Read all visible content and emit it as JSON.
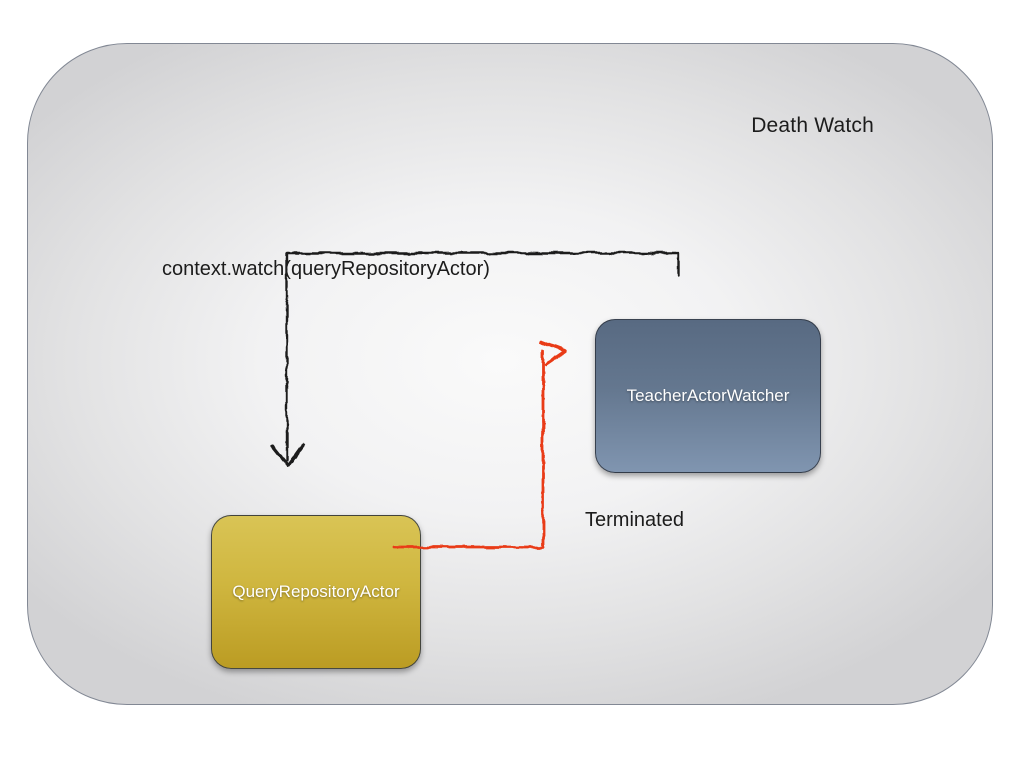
{
  "slide": {
    "title": "Death Watch"
  },
  "labels": {
    "watch_call": "context.watch(queryRepositoryActor)",
    "terminated": "Terminated"
  },
  "nodes": {
    "teacher_actor_watcher": {
      "label": "TeacherActorWatcher",
      "fill_top": "#586a82",
      "fill_bottom": "#8095b0",
      "text_color": "#ffffff"
    },
    "query_repository_actor": {
      "label": "QueryRepositoryActor",
      "fill_top": "#d9c455",
      "fill_bottom": "#bb9c23",
      "text_color": "#ffffff"
    }
  },
  "arrows": {
    "watch": {
      "color": "#1b1b1b",
      "from": "TeacherActorWatcher",
      "to": "QueryRepositoryActor",
      "label": "context.watch(queryRepositoryActor)"
    },
    "terminated": {
      "color": "#e93a17",
      "from": "QueryRepositoryActor",
      "to": "TeacherActorWatcher",
      "label": "Terminated"
    }
  },
  "colors": {
    "slide_bg_center": "#fafafa",
    "slide_bg_edge": "#d2d2d4",
    "slide_border": "#828894",
    "label_text": "#1c1c1c"
  }
}
